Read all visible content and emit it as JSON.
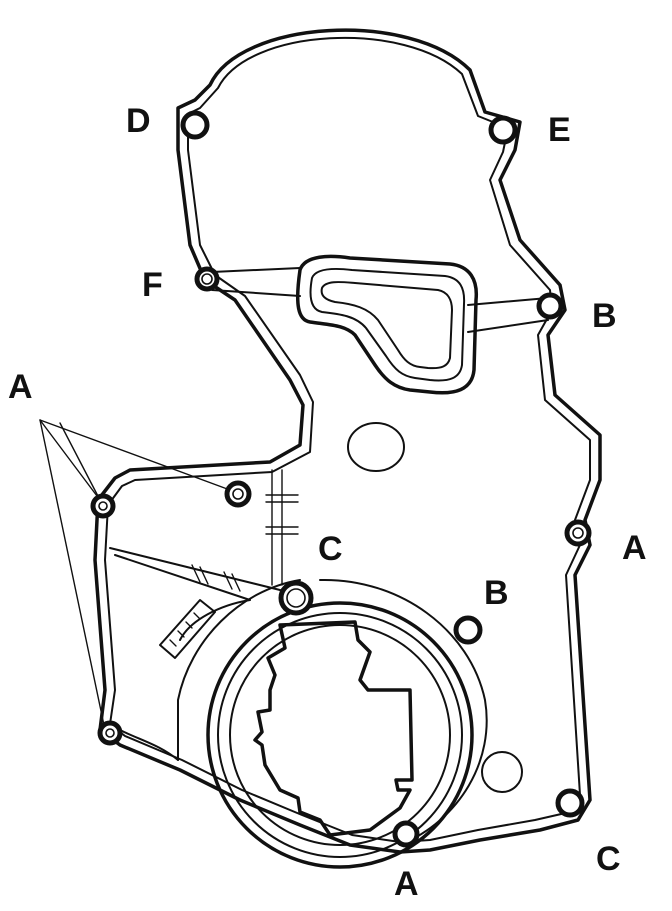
{
  "callouts": {
    "D": "D",
    "E": "E",
    "F": "F",
    "B_upper": "B",
    "A_left": "A",
    "C_top": "C",
    "B_mid": "B",
    "A_right": "A",
    "A_bottom": "A",
    "C_bottom": "C"
  }
}
